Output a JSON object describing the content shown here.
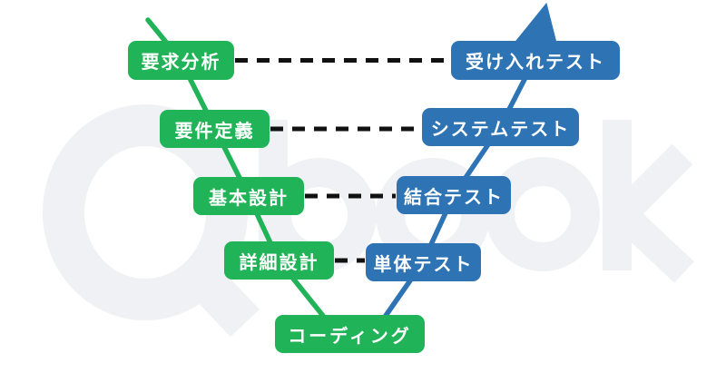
{
  "colors": {
    "green": "#20b358",
    "blue": "#2e74b5",
    "dash": "#111111",
    "watermark": "#eff1f4",
    "label_text": "#ffffff",
    "background": "#ffffff"
  },
  "watermark": {
    "text": "Qbook"
  },
  "diagram": {
    "type": "v-model",
    "dev_stages": [
      {
        "label": "要求分析"
      },
      {
        "label": "要件定義"
      },
      {
        "label": "基本設計"
      },
      {
        "label": "詳細設計"
      },
      {
        "label": "コーディング"
      }
    ],
    "test_stages": [
      {
        "label": "単体テスト"
      },
      {
        "label": "結合テスト"
      },
      {
        "label": "システムテスト"
      },
      {
        "label": "受け入れテスト"
      }
    ],
    "correspondences": [
      {
        "from": "要求分析",
        "to": "受け入れテスト"
      },
      {
        "from": "要件定義",
        "to": "システムテスト"
      },
      {
        "from": "基本設計",
        "to": "結合テスト"
      },
      {
        "from": "詳細設計",
        "to": "単体テスト"
      }
    ]
  }
}
